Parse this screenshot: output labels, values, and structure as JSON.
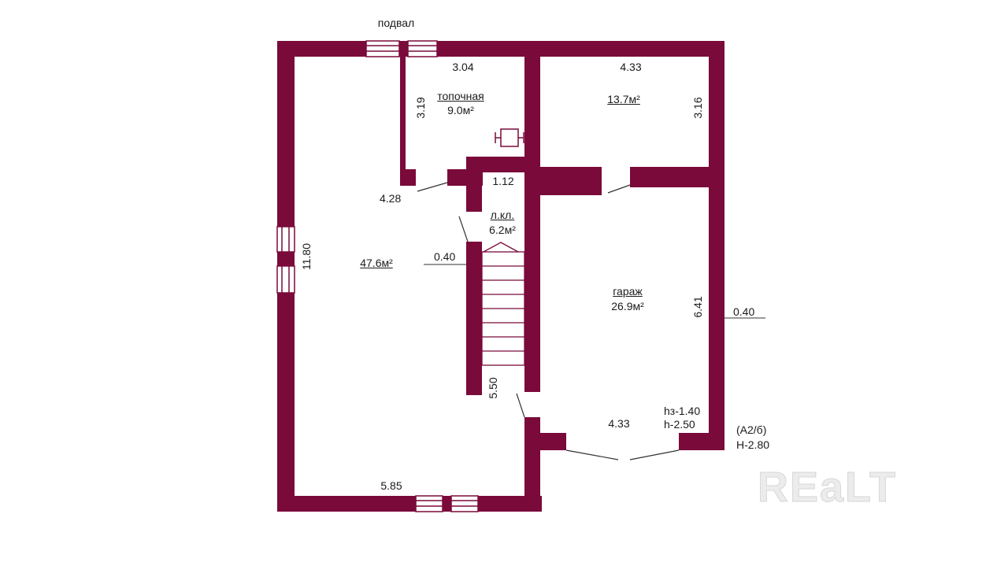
{
  "labels": {
    "basement": "подвал",
    "boiler_name": "топочная",
    "boiler_area": "9.0м²",
    "room_ne_area": "13.7м²",
    "main_area": "47.6м²",
    "stair_name": "л.кл.",
    "stair_area": "6.2м²",
    "garage_name": "гараж",
    "garage_area": "26.9м²",
    "hz": "hз-1.40",
    "h": "h-2.50",
    "a2b": "(А2/б)",
    "H": "Н-2.80"
  },
  "dimensions": {
    "boiler_width": "3.04",
    "boiler_height": "3.19",
    "ne_width": "4.33",
    "ne_height": "3.16",
    "d_428": "4.28",
    "d_112": "1.12",
    "main_height": "11.80",
    "wall_inner": "0.40",
    "garage_height": "6.41",
    "wall_outer": "0.40",
    "d_550": "5.50",
    "garage_width": "4.33",
    "main_width": "5.85"
  },
  "watermark": "REaLT",
  "colors": {
    "wall": "#7a0a3a",
    "background": "#ffffff",
    "text": "#1a1a1a"
  }
}
